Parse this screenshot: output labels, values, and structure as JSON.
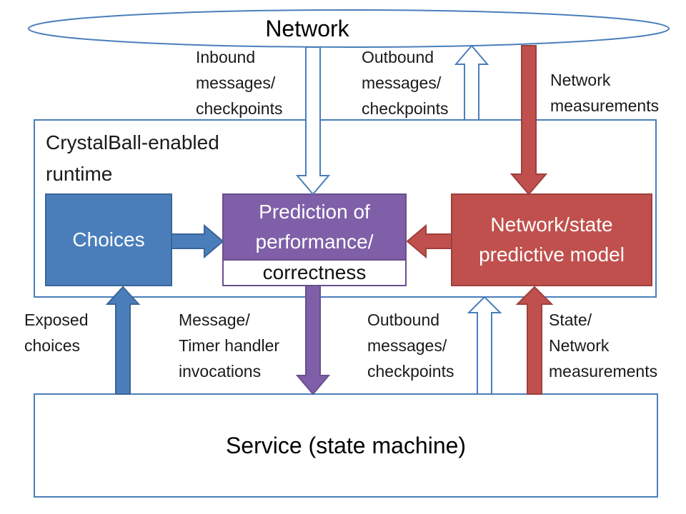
{
  "network": {
    "label": "Network"
  },
  "runtime": {
    "label": "CrystalBall-enabled\nruntime"
  },
  "choices": {
    "label": "Choices"
  },
  "prediction": {
    "top": "Prediction of\nperformance/",
    "bottom": "correctness"
  },
  "model": {
    "label": "Network/state\npredictive model"
  },
  "service": {
    "label": "Service (state machine)"
  },
  "edges": {
    "inbound": "Inbound\nmessages/\ncheckpoints",
    "outbound_top": "Outbound\nmessages/\ncheckpoints",
    "net_measure": "Network\nmeasurements",
    "exposed": "Exposed\nchoices",
    "handler": "Message/\nTimer handler\ninvocations",
    "outbound_bottom": "Outbound\nmessages/\ncheckpoints",
    "state_measure": "State/\nNetwork\nmeasurements"
  },
  "colors": {
    "blue": "#4a7ebb",
    "purple": "#7f5fa8",
    "red": "#c0504d",
    "outline": "#4a7ebb"
  }
}
